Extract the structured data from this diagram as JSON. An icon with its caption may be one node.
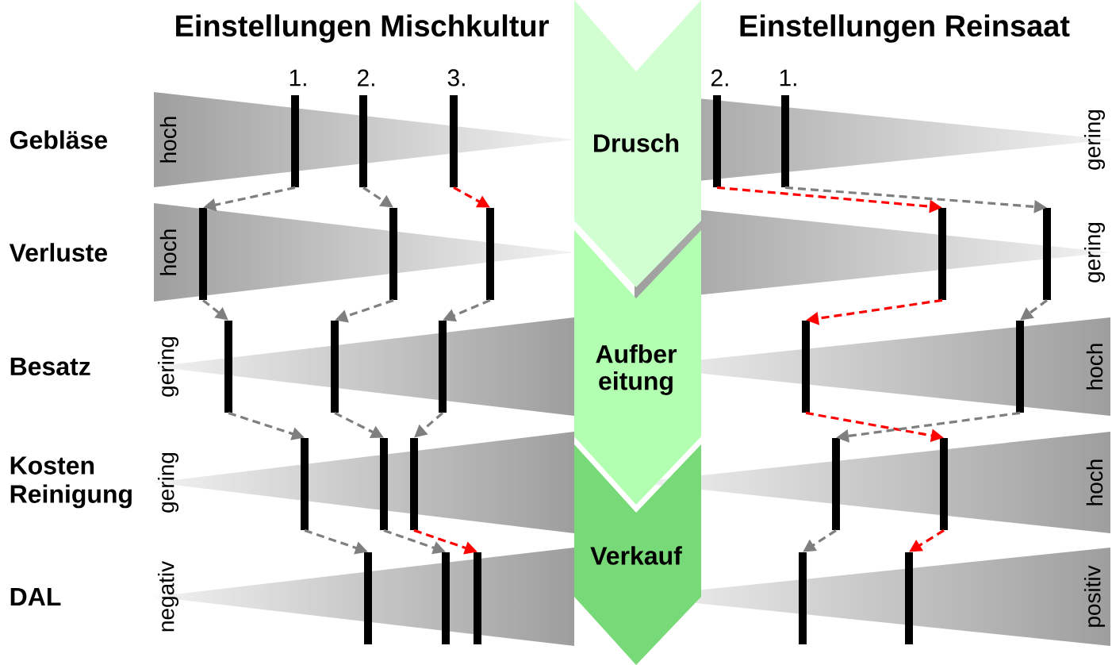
{
  "diagram": {
    "nodes": [
      {
        "text": [
          "Drusch"
        ]
      },
      {
        "text": [
          "Aufber eitung"
        ]
      },
      {
        "text": [
          "Verkauf"
        ]
      },
      {
        "text": [],
        "shape": "bar",
        "beside": [
          "1."
        ]
      },
      {
        "text": [],
        "shape": "bar",
        "beside": [
          "2."
        ]
      },
      {
        "text": [],
        "shape": "bar",
        "beside": [
          "3."
        ]
      },
      {
        "text": [],
        "shape": "bar",
        "beside": [
          "2."
        ]
      },
      {
        "text": [],
        "shape": "bar",
        "beside": [
          "1."
        ]
      },
      {
        "text": [],
        "shape": "bar"
      },
      {
        "text": [],
        "shape": "bar"
      },
      {
        "text": [],
        "shape": "bar"
      },
      {
        "text": [],
        "shape": "bar"
      },
      {
        "text": [],
        "shape": "bar"
      },
      {
        "text": [],
        "shape": "bar"
      },
      {
        "text": [],
        "shape": "bar"
      },
      {
        "text": [],
        "shape": "bar"
      },
      {
        "text": [],
        "shape": "bar"
      },
      {
        "text": [],
        "shape": "bar"
      },
      {
        "text": [],
        "shape": "bar"
      },
      {
        "text": [],
        "shape": "bar"
      },
      {
        "text": [],
        "shape": "bar"
      },
      {
        "text": [],
        "shape": "bar"
      },
      {
        "text": [],
        "shape": "bar"
      },
      {
        "text": [],
        "shape": "bar"
      },
      {
        "text": [],
        "shape": "bar"
      },
      {
        "text": [],
        "shape": "bar"
      },
      {
        "text": [],
        "shape": "bar"
      },
      {
        "text": [],
        "shape": "bar"
      }
    ],
    "edges": [
      {
        "from": 3,
        "to": 8,
        "arrow": "to"
      },
      {
        "from": 4,
        "to": 9,
        "arrow": "to"
      },
      {
        "from": 5,
        "to": 10,
        "arrow": "to",
        "color": "#ff0000"
      },
      {
        "from": 8,
        "to": 13,
        "arrow": "to"
      },
      {
        "from": 9,
        "to": 14,
        "arrow": "to"
      },
      {
        "from": 10,
        "to": 15,
        "arrow": "to"
      },
      {
        "from": 13,
        "to": 18,
        "arrow": "to"
      },
      {
        "from": 14,
        "to": 19,
        "arrow": "to"
      },
      {
        "from": 15,
        "to": 20,
        "arrow": "to"
      },
      {
        "from": 18,
        "to": 23,
        "arrow": "to"
      },
      {
        "from": 19,
        "to": 24,
        "arrow": "to"
      },
      {
        "from": 20,
        "to": 25,
        "arrow": "to",
        "color": "#ff0000"
      },
      {
        "from": 6,
        "to": 11,
        "arrow": "to",
        "color": "#ff0000"
      },
      {
        "from": 11,
        "to": 16,
        "arrow": "to",
        "color": "#ff0000"
      },
      {
        "from": 16,
        "to": 22,
        "arrow": "to",
        "color": "#ff0000"
      },
      {
        "from": 22,
        "to": 27,
        "arrow": "to",
        "color": "#ff0000"
      },
      {
        "from": 7,
        "to": 12,
        "arrow": "to"
      },
      {
        "from": 12,
        "to": 17,
        "arrow": "to"
      },
      {
        "from": 17,
        "to": 21,
        "arrow": "to"
      },
      {
        "from": 21,
        "to": 26,
        "arrow": "to"
      }
    ],
    "labels": [
      "Einstellungen Mischkultur",
      "Einstellungen Reinsaat",
      "Gebläse",
      "hoch",
      "gering",
      "Verluste",
      "hoch",
      "gering",
      "Besatz",
      "gering",
      "hoch",
      "Kosten Reinigung",
      "gering",
      "hoch",
      "DAL",
      "negativ",
      "positiv"
    ]
  }
}
